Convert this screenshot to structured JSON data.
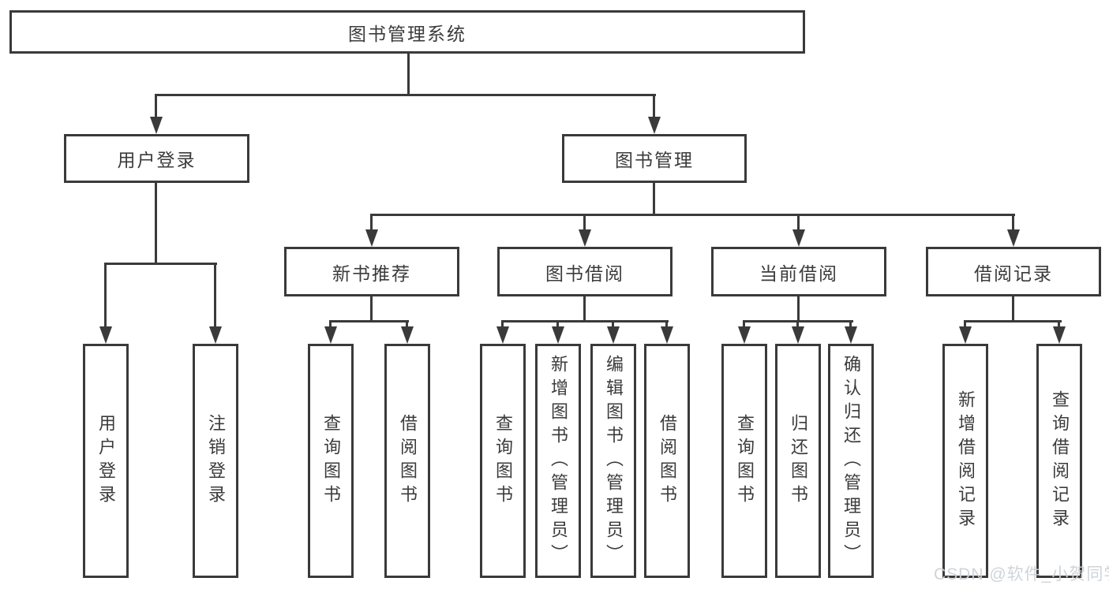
{
  "tree": {
    "root": {
      "label": "图书管理系统"
    },
    "branches": [
      {
        "label": "用户登录",
        "children": [
          {
            "label": "用户登录"
          },
          {
            "label": "注销登录"
          }
        ]
      },
      {
        "label": "图书管理",
        "children": [
          {
            "label": "新书推荐",
            "children": [
              {
                "label": "查询图书"
              },
              {
                "label": "借阅图书"
              }
            ]
          },
          {
            "label": "图书借阅",
            "children": [
              {
                "label": "查询图书"
              },
              {
                "label": "新增图书（管理员）"
              },
              {
                "label": "编辑图书（管理员）"
              },
              {
                "label": "借阅图书"
              }
            ]
          },
          {
            "label": "当前借阅",
            "children": [
              {
                "label": "查询图书"
              },
              {
                "label": "归还图书"
              },
              {
                "label": "确认归还（管理员）"
              }
            ]
          },
          {
            "label": "借阅记录",
            "children": [
              {
                "label": "新增借阅记录"
              },
              {
                "label": "查询借阅记录"
              }
            ]
          }
        ]
      }
    ]
  },
  "watermark": {
    "text": "CSDN @软件_小贺同学"
  },
  "colors": {
    "line": "#3a3a3a",
    "text": "#3b3b3b",
    "watermark": "#ccd2d6",
    "background": "#ffffff"
  }
}
